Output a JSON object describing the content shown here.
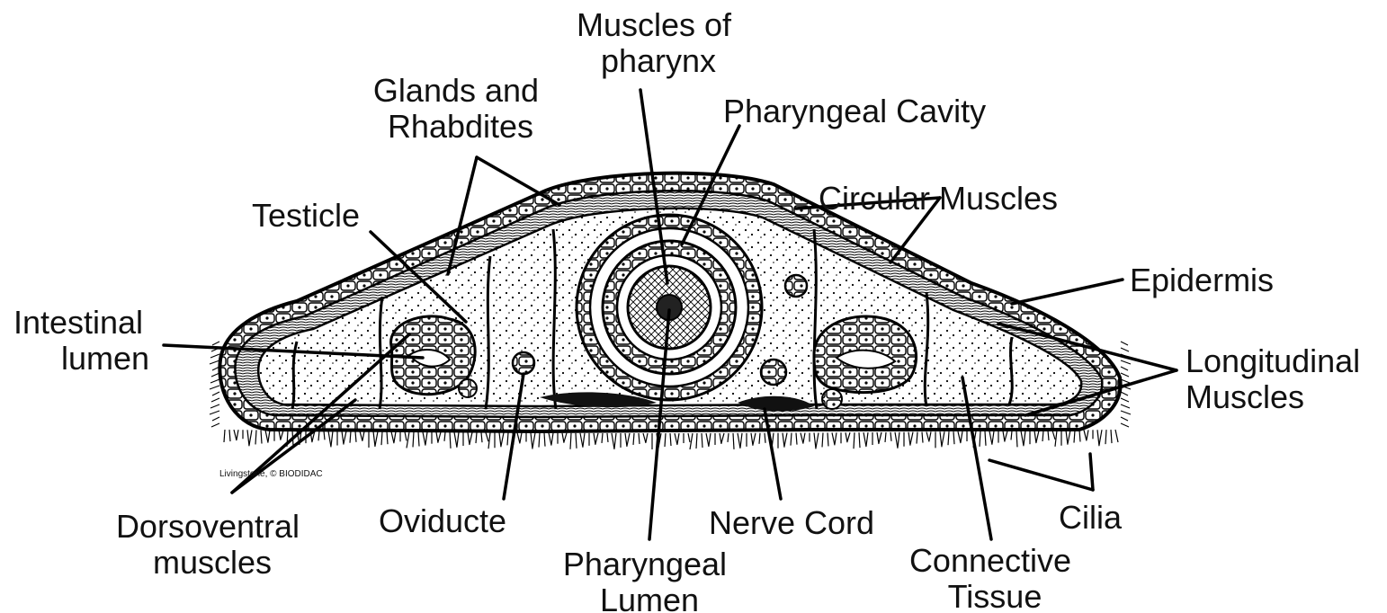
{
  "diagram": {
    "credit": "Livingstone, © BIODIDAC",
    "labels": {
      "muscles_of_pharynx": [
        "Muscles of",
        "pharynx"
      ],
      "glands_and_rhabdites": [
        "Glands and",
        "Rhabdites"
      ],
      "pharyngeal_cavity": [
        "Pharyngeal Cavity"
      ],
      "circular_muscles": [
        "Circular Muscles"
      ],
      "testicle": [
        "Testicle"
      ],
      "epidermis": [
        "Epidermis"
      ],
      "intestinal_lumen": [
        "Intestinal",
        "lumen"
      ],
      "longitudinal_muscles": [
        "Longitudinal",
        "Muscles"
      ],
      "dorsoventral_muscles": [
        "Dorsoventral",
        "muscles"
      ],
      "oviducte": [
        "Oviducte"
      ],
      "nerve_cord": [
        "Nerve Cord"
      ],
      "cilia": [
        "Cilia"
      ],
      "pharyngeal_lumen": [
        "Pharyngeal",
        "Lumen"
      ],
      "connective_tissue": [
        "Connective",
        "Tissue"
      ]
    }
  }
}
